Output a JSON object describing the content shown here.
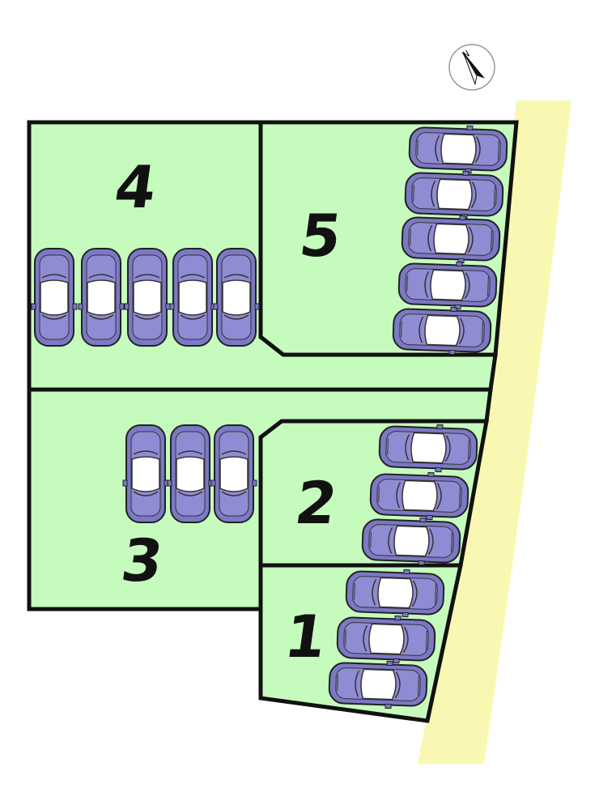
{
  "compass": {
    "label": "N",
    "icon": "north-arrow-icon"
  },
  "lots": [
    {
      "id": "1",
      "label": "1",
      "cars": 3
    },
    {
      "id": "2",
      "label": "2",
      "cars": 3
    },
    {
      "id": "3",
      "label": "3",
      "cars": 3
    },
    {
      "id": "4",
      "label": "4",
      "cars": 5
    },
    {
      "id": "5",
      "label": "5",
      "cars": 5
    }
  ],
  "colors": {
    "lot_fill": "#c6fbbe",
    "road_fill": "#f8f8b2",
    "outline": "#111111",
    "car_body": "#7b78c4",
    "car_window": "#ffffff"
  }
}
